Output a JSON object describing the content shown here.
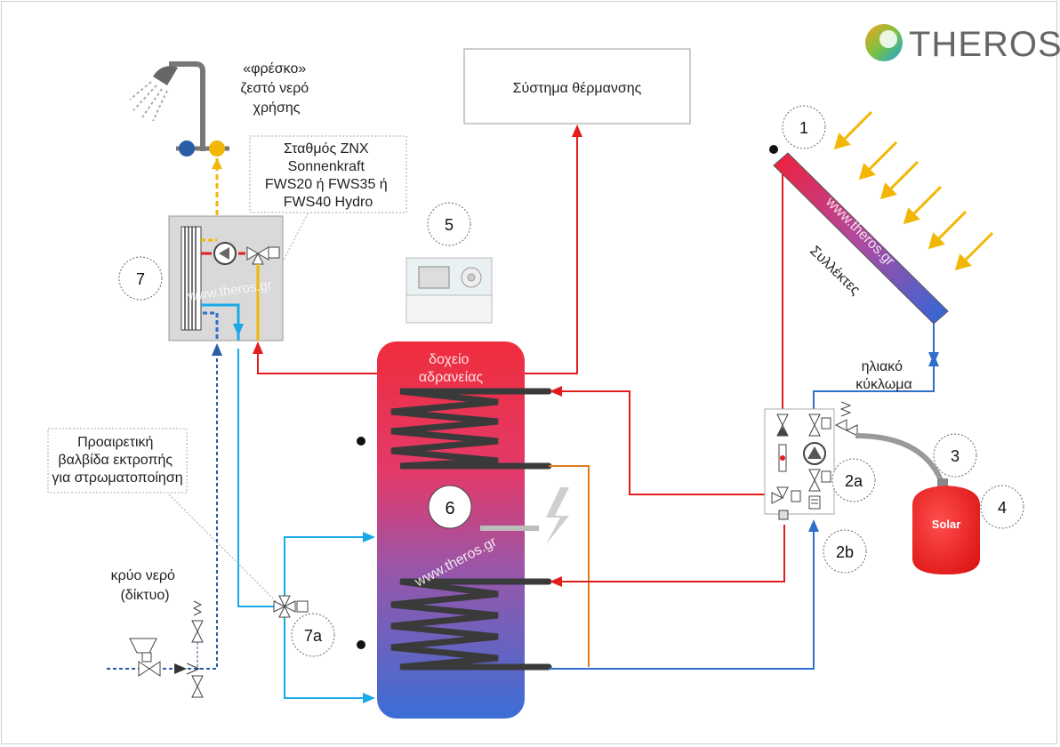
{
  "brand": {
    "name": "THEROS"
  },
  "labels": {
    "shower": [
      "«φρέσκο»",
      "ζεστό νερό",
      "χρήσης"
    ],
    "station": [
      "Σταθμός ΖΝΧ",
      "Sonnenkraft",
      "FWS20 ή FWS35 ή",
      "FWS40 Hydro"
    ],
    "heating_system": "Σύστημα θέρμανσης",
    "collectors": "Συλλέκτες",
    "solar_circuit": [
      "ηλιακό",
      "κύκλωμα"
    ],
    "tank": [
      "δοχείο",
      "αδρανείας"
    ],
    "diverter": [
      "Προαιρετική",
      "βαλβίδα εκτροπής",
      "για στρωματοποίηση"
    ],
    "cold_water": [
      "κρύο νερό",
      "(δίκτυο)"
    ],
    "expansion_vessel": "Solar",
    "watermark": "www.theros.gr"
  },
  "callouts": [
    "1",
    "2a",
    "2b",
    "3",
    "4",
    "5",
    "6",
    "7",
    "7a"
  ],
  "colors": {
    "hot": "#e21d1d",
    "cold": "#2f6fc9",
    "light_blue": "#1aa9e8",
    "yellow": "#f2b705",
    "orange": "#e07b1c",
    "coil": "#3a3a3a"
  }
}
